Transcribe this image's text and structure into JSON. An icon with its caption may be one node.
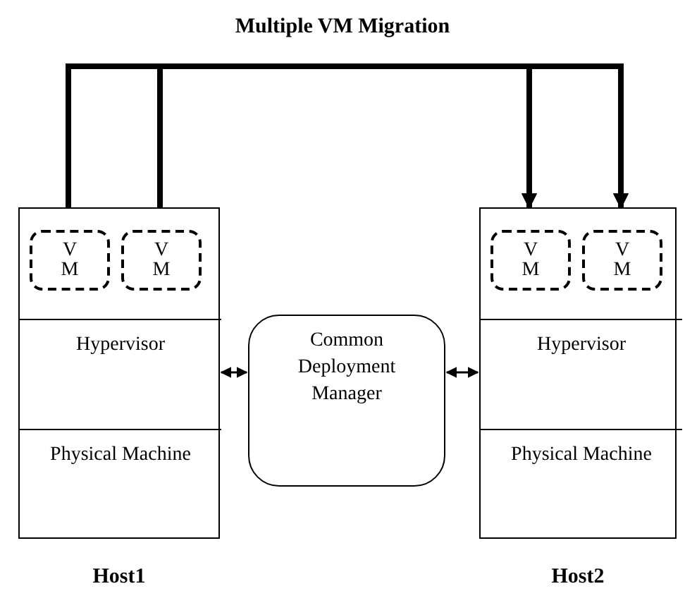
{
  "diagram": {
    "title": "Multiple VM Migration",
    "nodes": [
      {
        "text": [],
        "shape": "box",
        "beside": [
          "Host1"
        ]
      },
      {
        "text": [
          "V M"
        ],
        "in": 0
      },
      {
        "text": [
          "V M"
        ],
        "in": 0
      },
      {
        "text": [
          "Hypervisor"
        ],
        "in": 0
      },
      {
        "text": [
          "Physical Machine"
        ],
        "in": 0
      },
      {
        "text": [
          "Common Deployment Manager"
        ]
      },
      {
        "text": [],
        "shape": "box",
        "beside": [
          "Host2"
        ]
      },
      {
        "text": [
          "V M"
        ],
        "in": 6
      },
      {
        "text": [
          "V M"
        ],
        "in": 6
      },
      {
        "text": [
          "Hypervisor"
        ],
        "in": 6
      },
      {
        "text": [
          "Physical Machine"
        ],
        "in": 6
      }
    ],
    "edges": [
      {
        "from": 1,
        "to": 7,
        "arrow": "to"
      },
      {
        "from": 1,
        "to": 8,
        "arrow": "to"
      },
      {
        "from": 2,
        "to": 7,
        "arrow": "to"
      },
      {
        "from": 2,
        "to": 8,
        "arrow": "to"
      },
      {
        "from": 3,
        "to": 5,
        "arrow": "both"
      },
      {
        "from": 5,
        "to": 9,
        "arrow": "both"
      }
    ]
  }
}
